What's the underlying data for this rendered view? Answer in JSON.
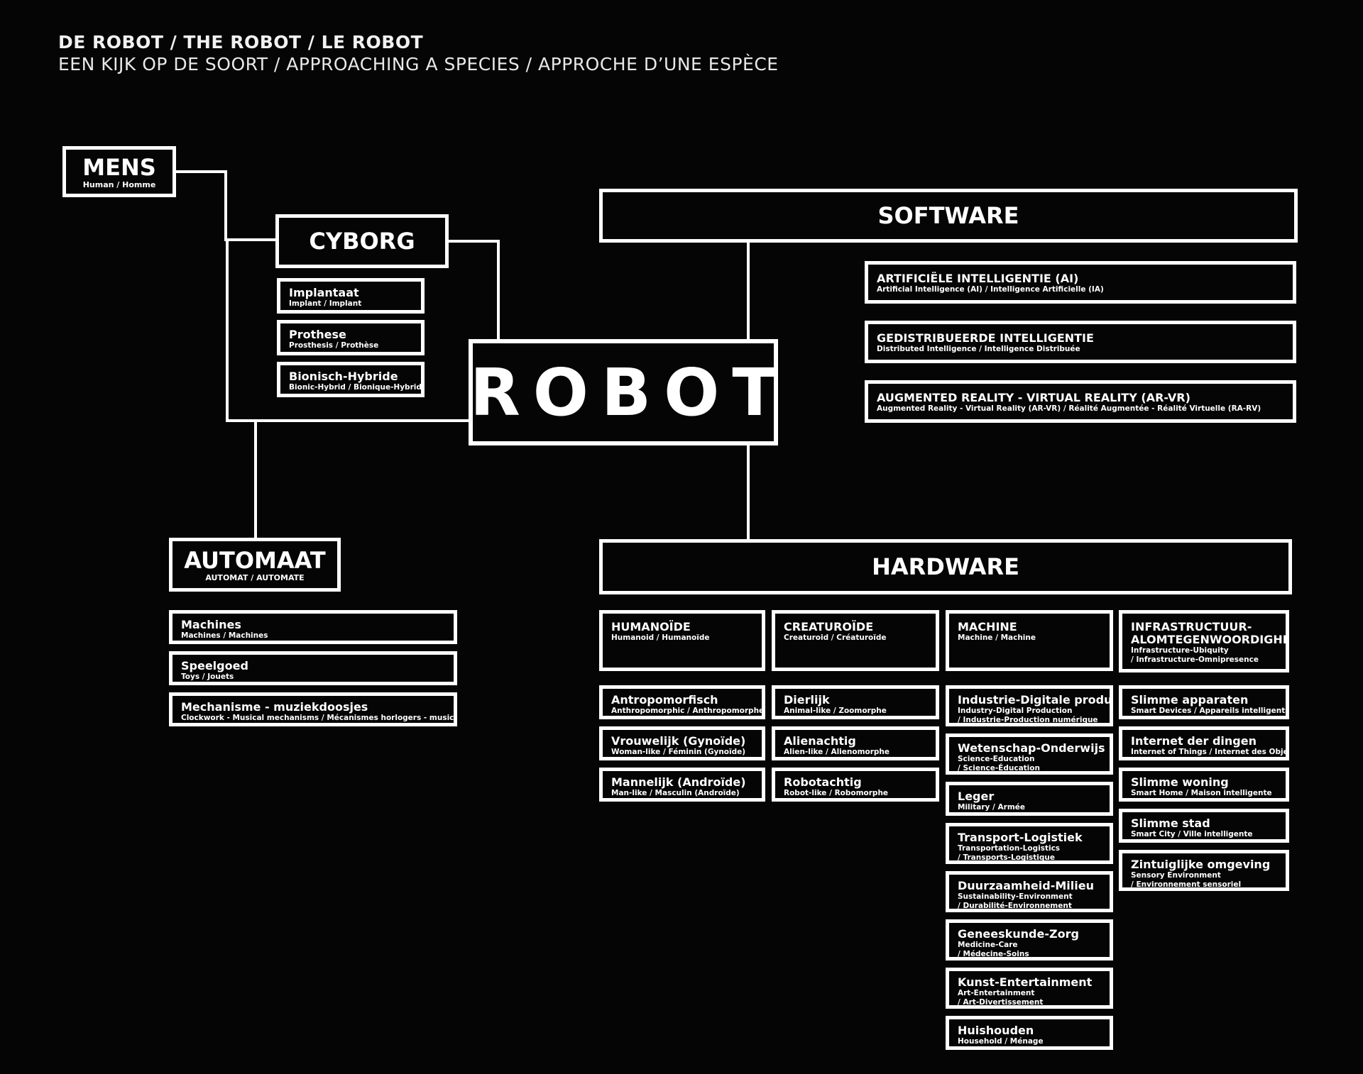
{
  "header": {
    "line1": "DE ROBOT / THE ROBOT / LE ROBOT",
    "line2": "EEN KIJK OP DE SOORT / APPROACHING A SPECIES / APPROCHE D’UNE ESPÈCE"
  },
  "nodes": {
    "mens": {
      "title": "MENS",
      "sub": "Human / Homme"
    },
    "cyborg": {
      "title": "CYBORG"
    },
    "robot": {
      "title": "ROBOT"
    },
    "automaat": {
      "title": "AUTOMAAT",
      "sub": "AUTOMAT / AUTOMATE"
    },
    "software": {
      "title": "SOFTWARE"
    },
    "hardware": {
      "title": "HARDWARE"
    }
  },
  "cyborg_items": [
    {
      "title": "Implantaat",
      "sub": "Implant / Implant"
    },
    {
      "title": "Prothese",
      "sub": "Prosthesis / Prothèse"
    },
    {
      "title": "Bionisch-Hybride",
      "sub": "Bionic-Hybrid / Bionique-Hybride"
    }
  ],
  "automaat_items": [
    {
      "title": "Machines",
      "sub": "Machines / Machines"
    },
    {
      "title": "Speelgoed",
      "sub": "Toys / Jouets"
    },
    {
      "title": "Mechanisme - muziekdoosjes",
      "sub": "Clockwork - Musical mechanisms / Mécanismes horlogers - musicaux"
    }
  ],
  "software_items": [
    {
      "title": "ARTIFICIËLE INTELLIGENTIE (AI)",
      "sub": "Artificial Intelligence (AI) / Intelligence Artificielle (IA)"
    },
    {
      "title": "GEDISTRIBUEERDE INTELLIGENTIE",
      "sub": "Distributed Intelligence / Intelligence Distribuée"
    },
    {
      "title": "AUGMENTED REALITY - VIRTUAL REALITY (AR-VR)",
      "sub": "Augmented Reality - Virtual Reality (AR-VR) / Réalité Augmentée - Réalité Virtuelle (RA-RV)"
    }
  ],
  "hardware_categories": [
    {
      "title": "HUMANOÏDE",
      "sub": "Humanoid / Humanoïde",
      "items": [
        {
          "title": "Antropomorfisch",
          "sub": "Anthropomorphic / Anthropomorphe"
        },
        {
          "title": "Vrouwelijk (Gynoïde)",
          "sub": "Woman-like / Féminin (Gynoïde)"
        },
        {
          "title": "Mannelijk (Androïde)",
          "sub": "Man-like / Masculin (Androïde)"
        }
      ]
    },
    {
      "title": "CREATUROÏDE",
      "sub": "Creaturoid / Créaturoïde",
      "items": [
        {
          "title": "Dierlijk",
          "sub": "Animal-like / Zoomorphe"
        },
        {
          "title": "Alienachtig",
          "sub": "Alien-like / Alienomorphe"
        },
        {
          "title": "Robotachtig",
          "sub": "Robot-like / Robomorphe"
        }
      ]
    },
    {
      "title": "MACHINE",
      "sub": "Machine / Machine",
      "items": [
        {
          "title": "Industrie-Digitale productie",
          "sub": "Industry-Digital Production",
          "sub2": "/ Industrie-Production numérique"
        },
        {
          "title": "Wetenschap-Onderwijs",
          "sub": "Science-Education",
          "sub2": "/ Science-Éducation"
        },
        {
          "title": "Leger",
          "sub": "Military / Armée"
        },
        {
          "title": "Transport-Logistiek",
          "sub": "Transportation-Logistics",
          "sub2": "/ Transports-Logistique"
        },
        {
          "title": "Duurzaamheid-Milieu",
          "sub": "Sustainability-Environment",
          "sub2": "/ Durabilité-Environnement"
        },
        {
          "title": "Geneeskunde-Zorg",
          "sub": "Medicine-Care",
          "sub2": "/ Médecine-Soins"
        },
        {
          "title": "Kunst-Entertainment",
          "sub": "Art-Entertainment",
          "sub2": "/ Art-Divertissement"
        },
        {
          "title": "Huishouden",
          "sub": "Household / Ménage"
        }
      ]
    },
    {
      "title": "INFRASTRUCTUUR-",
      "title2": "ALOMTEGENWOORDIGHEID",
      "sub": "Infrastructure-Ubiquity",
      "sub2": "/ Infrastructure-Omnipresence",
      "items": [
        {
          "title": "Slimme apparaten",
          "sub": "Smart Devices / Appareils intelligents"
        },
        {
          "title": "Internet der dingen",
          "sub": "Internet of Things / Internet des Objets"
        },
        {
          "title": "Slimme woning",
          "sub": "Smart Home / Maison intelligente"
        },
        {
          "title": "Slimme stad",
          "sub": "Smart City / Ville intelligente"
        },
        {
          "title": "Zintuiglijke omgeving",
          "sub": "Sensory Environment",
          "sub2": "/ Environnement sensoriel"
        }
      ]
    }
  ]
}
